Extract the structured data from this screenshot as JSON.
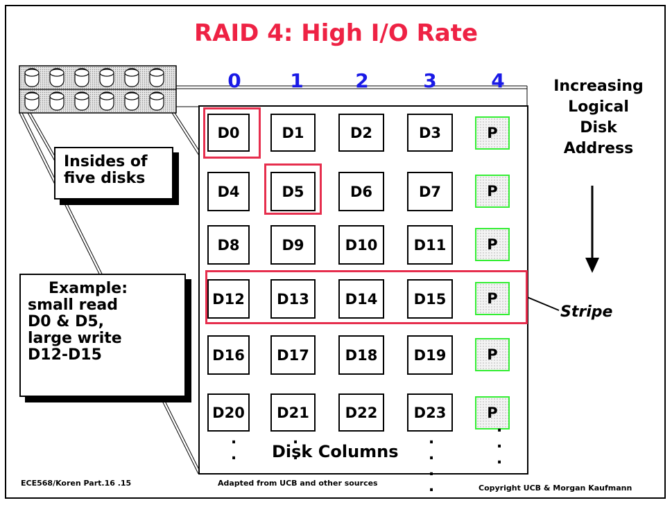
{
  "title": "RAID 4: High I/O Rate",
  "column_numbers": [
    "0",
    "1",
    "2",
    "3",
    "4"
  ],
  "rows": [
    [
      "D0",
      "D1",
      "D2",
      "D3",
      "P"
    ],
    [
      "D4",
      "D5",
      "D6",
      "D7",
      "P"
    ],
    [
      "D8",
      "D9",
      "D10",
      "D11",
      "P"
    ],
    [
      "D12",
      "D13",
      "D14",
      "D15",
      "P"
    ],
    [
      "D16",
      "D17",
      "D18",
      "D19",
      "P"
    ],
    [
      "D20",
      "D21",
      "D22",
      "D23",
      "P"
    ]
  ],
  "side_label": {
    "line1": "Increasing",
    "line2": "Logical",
    "line3": "Disk",
    "line4": "Address"
  },
  "insides_callout": {
    "line1": "Insides of",
    "line2": "five disks"
  },
  "example_callout": {
    "line1": "Example:",
    "line2": "small read",
    "line3": "D0 & D5,",
    "line4": "large write",
    "line5": "D12-D15"
  },
  "stripe_label": "Stripe",
  "disk_columns_label": "Disk Columns",
  "footer": {
    "left": "ECE568/Koren Part.16 .15",
    "center": "Adapted from UCB and other sources",
    "right": "Copyright UCB & Morgan Kaufmann"
  },
  "colors": {
    "title": "#ee2244",
    "column_numbers": "#1a1ae6",
    "highlight": "#e62e4d",
    "parity_border": "#33ee33"
  }
}
